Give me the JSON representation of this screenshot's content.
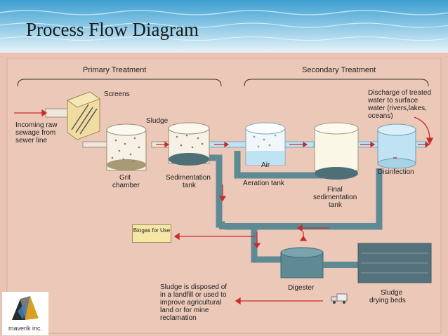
{
  "title": "Process Flow Diagram",
  "headers": {
    "primary": "Primary Treatment",
    "secondary": "Secondary Treatment"
  },
  "labels": {
    "screens": "Screens",
    "sludge": "Sludge",
    "incoming_1": "Incoming raw",
    "incoming_2": "sewage from",
    "incoming_3": "sewer line",
    "grit_1": "Grit",
    "grit_2": "chamber",
    "sed_1": "Sedimentation",
    "sed_2": "tank",
    "air": "Air",
    "aeration": "Aeration tank",
    "final_1": "Final",
    "final_2": "sedimentation",
    "final_3": "tank",
    "disinfection": "Disinfection",
    "discharge_1": "Discharge of treated",
    "discharge_2": "water to surface",
    "discharge_3": "water (rivers,lakes,",
    "discharge_4": "oceans)",
    "biogas": "Biogas for Use",
    "digester": "Digester",
    "drying_1": "Sludge",
    "drying_2": "drying beds",
    "disposed_1": "Sludge is disposed of",
    "disposed_2": "in a landfill or used to",
    "disposed_3": "improve agricultural",
    "disposed_4": "land or for mine",
    "disposed_5": "reclamation"
  },
  "logo": {
    "text": "maverik inc."
  },
  "colors": {
    "panel": "#e9c4b4",
    "pipe": "#5e8a94",
    "arrow": "#cc2a2a",
    "water": "#bfe3f2"
  }
}
